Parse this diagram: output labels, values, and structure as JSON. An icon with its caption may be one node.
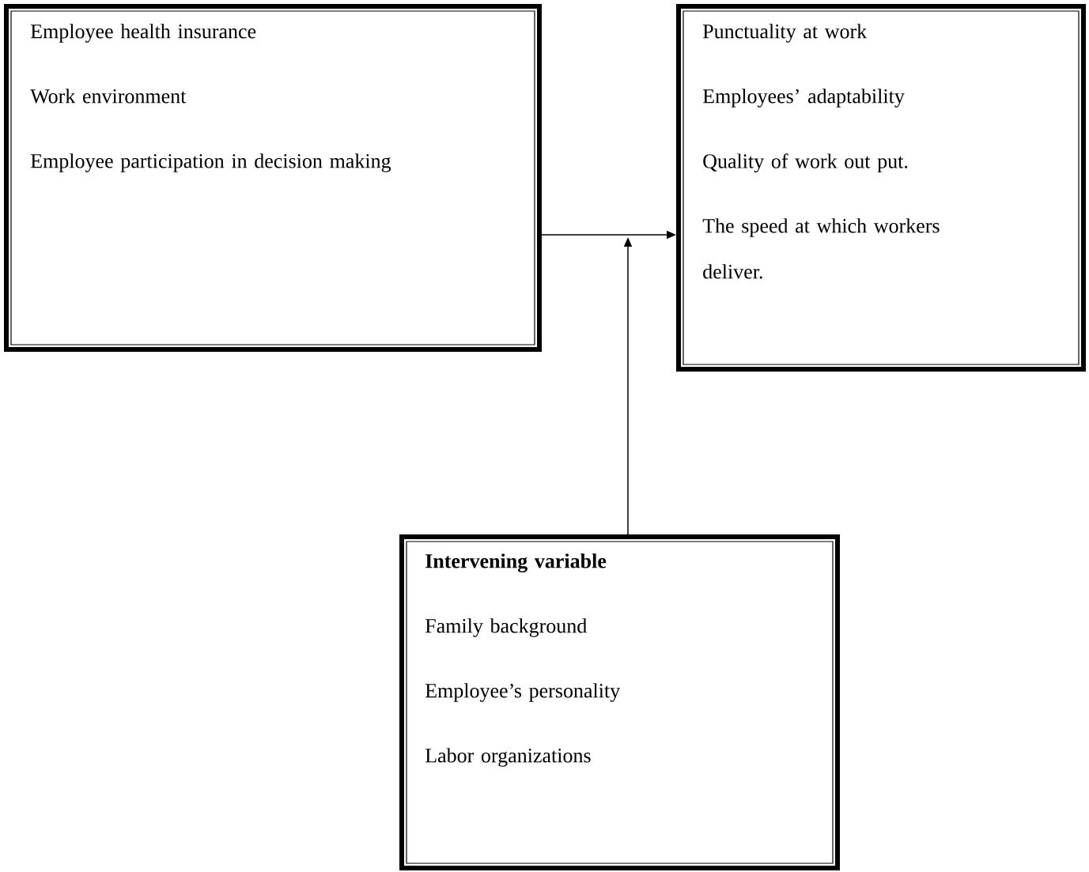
{
  "diagram": {
    "nodes": [
      {
        "text": [
          "Employee health insurance",
          "Work environment",
          "Employee participation in decision making"
        ]
      },
      {
        "text": [
          "Punctuality at work",
          "Employees’ adaptability",
          "Quality of work out put.",
          "The speed at which workers deliver."
        ]
      },
      {
        "text": [
          "Intervening variable",
          "Family background",
          "Employee’s personality",
          "Labor organizations"
        ]
      }
    ],
    "edges": [
      {
        "from": 0,
        "to": 1,
        "arrow": "to"
      },
      {
        "from": 2,
        "to": null,
        "arrow": "to"
      }
    ]
  }
}
